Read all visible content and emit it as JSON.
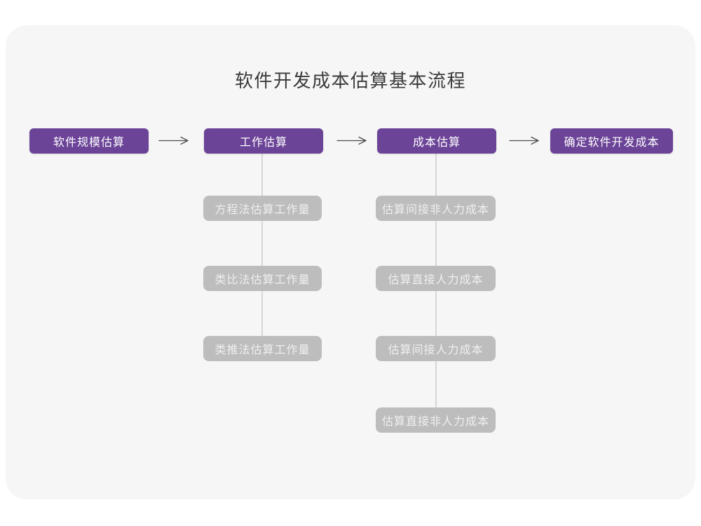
{
  "title": "软件开发成本估算基本流程",
  "colors": {
    "purple": "#6B4397",
    "gray-box": "#BDBDBD",
    "gray-box-text": "#EFEFEF",
    "connector": "#D6D6D6",
    "arrow": "#4D4D4D",
    "card-bg": "#F6F6F6",
    "title-color": "#3B3B3B"
  },
  "main_flow": [
    {
      "label": "软件规模估算"
    },
    {
      "label": "工作估算"
    },
    {
      "label": "成本估算"
    },
    {
      "label": "确定软件开发成本"
    }
  ],
  "work_estimation_methods": [
    {
      "label": "方程法估算工作量"
    },
    {
      "label": "类比法估算工作量"
    },
    {
      "label": "类推法估算工作量"
    }
  ],
  "cost_estimation_steps": [
    {
      "label": "估算间接非人力成本"
    },
    {
      "label": "估算直接人力成本"
    },
    {
      "label": "估算间接人力成本"
    },
    {
      "label": "估算直接非人力成本"
    }
  ]
}
